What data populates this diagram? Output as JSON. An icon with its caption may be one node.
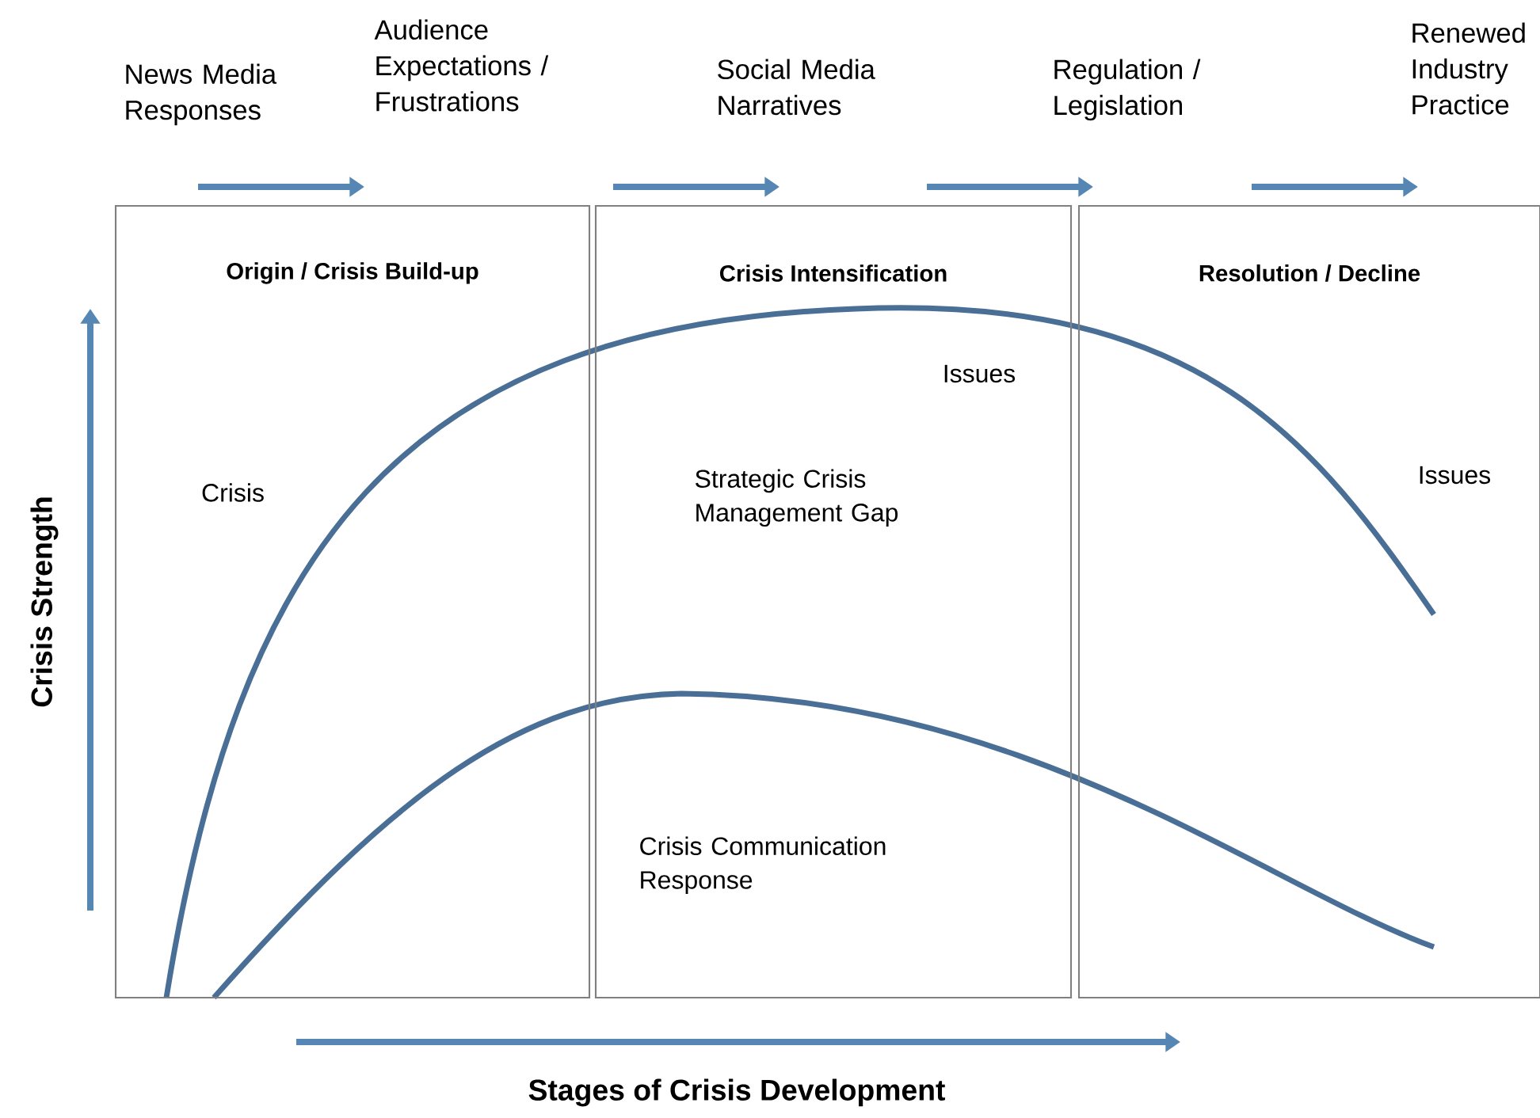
{
  "diagram": {
    "nodes": [
      {
        "text": [
          "News Media Responses"
        ]
      },
      {
        "text": [
          "Audience Expectations / Frustrations"
        ]
      },
      {
        "text": [
          "Social Media Narratives"
        ]
      },
      {
        "text": [
          "Regulation / Legislation"
        ]
      },
      {
        "text": [
          "Renewed Industry Practice"
        ]
      },
      {
        "text": [
          "Origin / Crisis Build-up"
        ]
      },
      {
        "text": [
          "Crisis Intensification"
        ]
      },
      {
        "text": [
          "Resolution / Decline"
        ]
      }
    ],
    "labels": [
      "Crisis",
      "Issues",
      "Strategic Crisis Management Gap",
      "Issues",
      "Crisis Communication Response",
      "Crisis Strength",
      "Stages of Crisis Development"
    ]
  }
}
